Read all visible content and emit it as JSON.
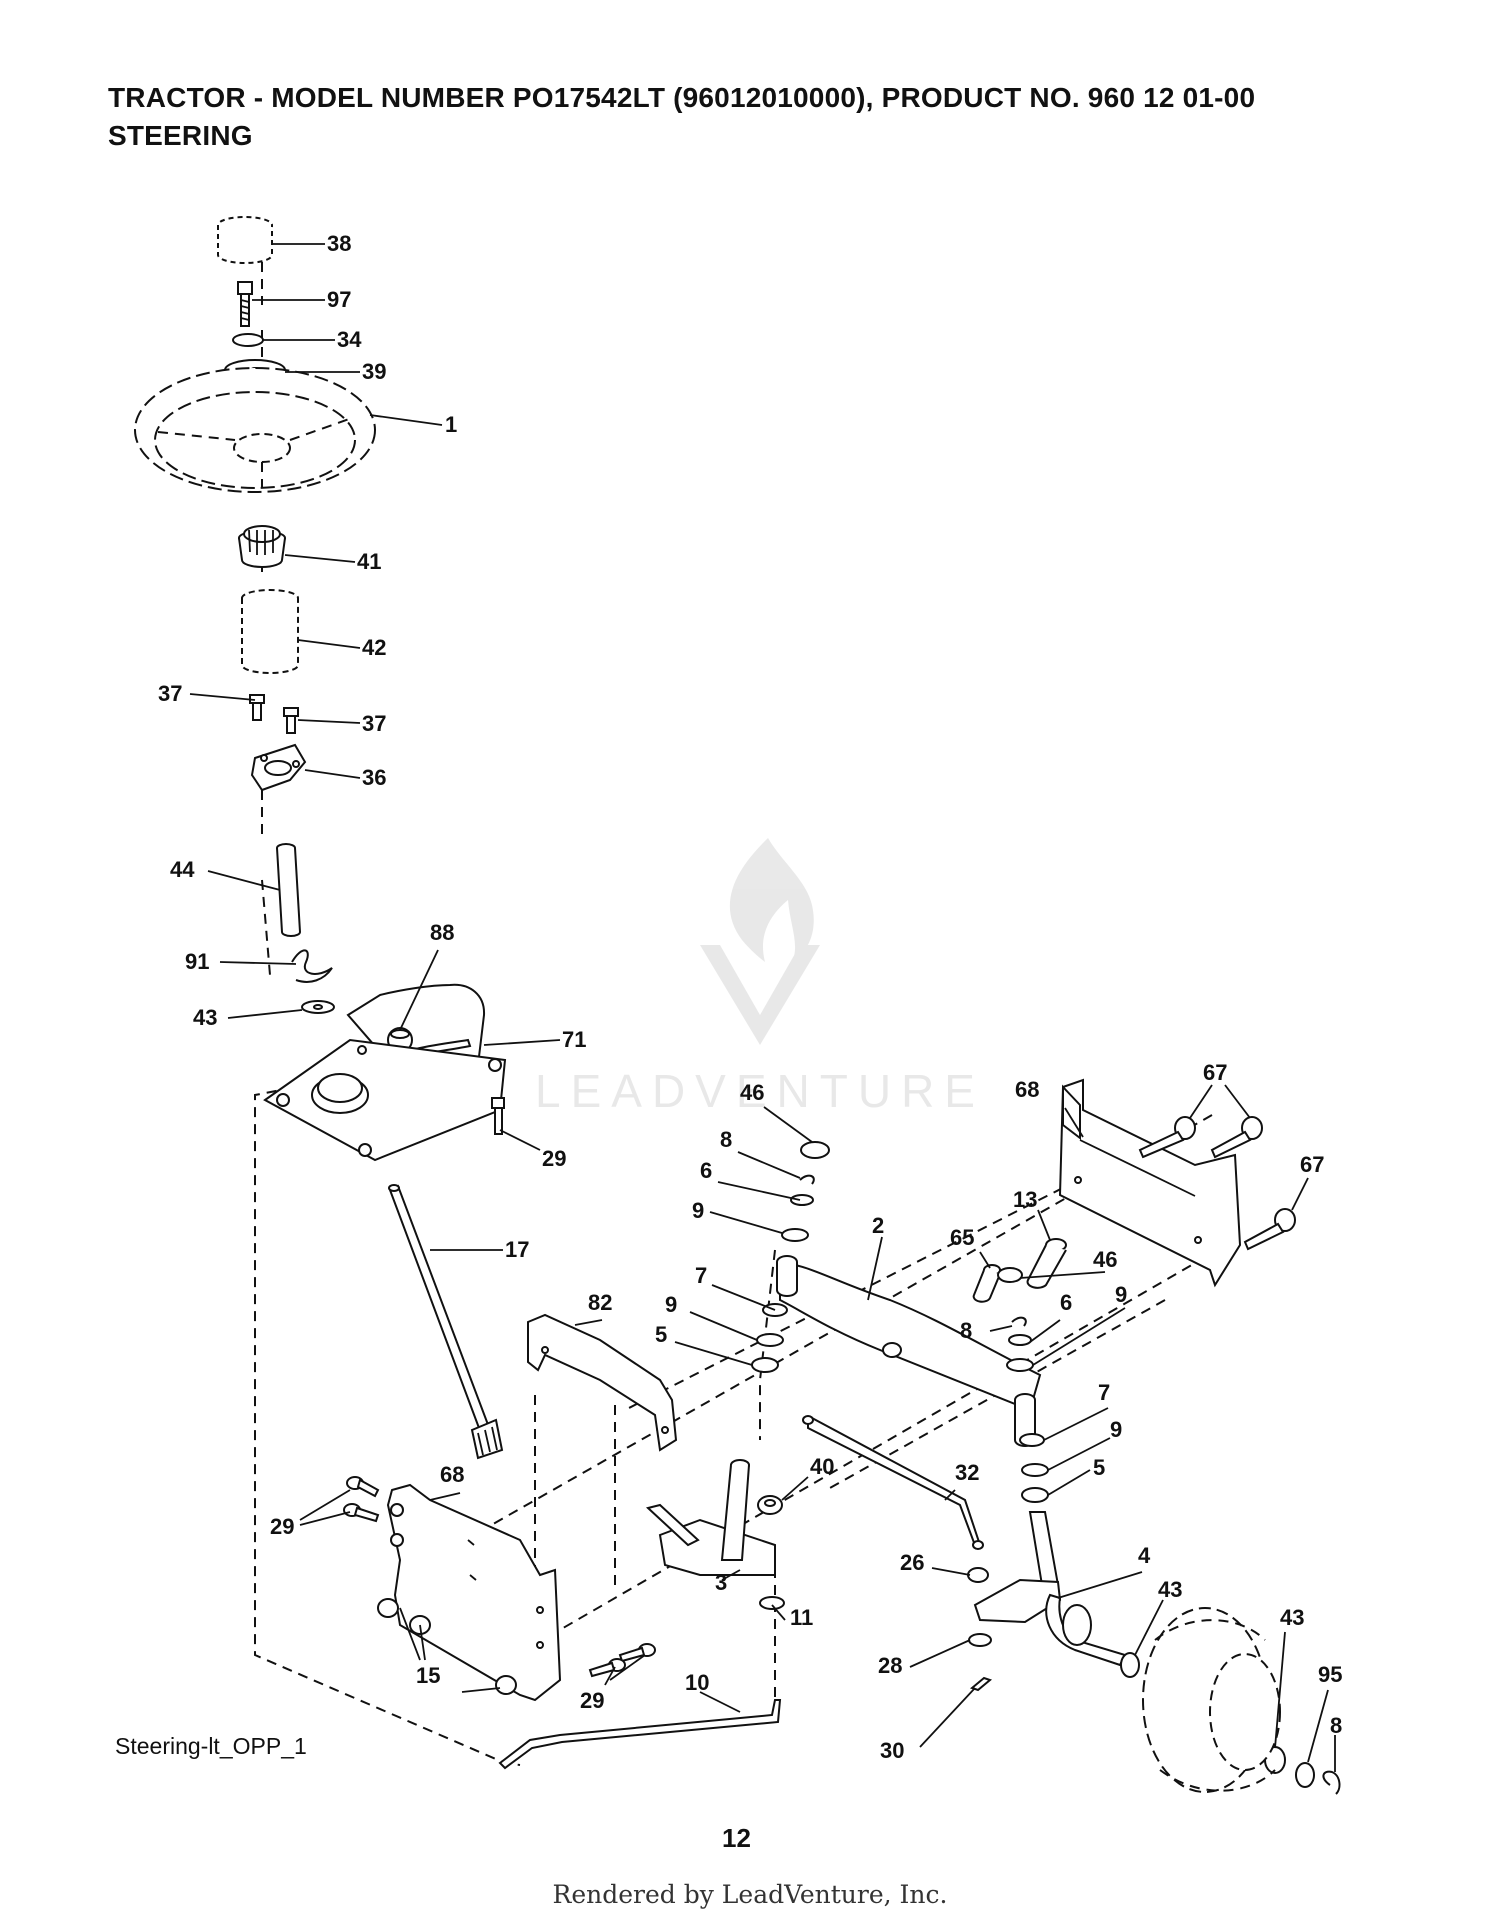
{
  "header": {
    "title_line1": "TRACTOR  - MODEL NUMBER  PO17542LT (96012010000), PRODUCT NO. 960 12 01-00",
    "title_line2": "STEERING"
  },
  "diagram": {
    "callouts": {
      "c38": "38",
      "c97": "97",
      "c34": "34",
      "c39": "39",
      "c1": "1",
      "c41": "41",
      "c42": "42",
      "c37a": "37",
      "c37b": "37",
      "c36": "36",
      "c44": "44",
      "c88": "88",
      "c91": "91",
      "c43a": "43",
      "c71": "71",
      "c29a": "29",
      "c17": "17",
      "c46a": "46",
      "c8a": "8",
      "c6a": "6",
      "c9a": "9",
      "c68a": "68",
      "c67a": "67",
      "c67b": "67",
      "c13": "13",
      "c2": "2",
      "c65": "65",
      "c46b": "46",
      "c7a": "7",
      "c9b": "9",
      "c5a": "5",
      "c82": "82",
      "c8b": "8",
      "c6b": "6",
      "c9c": "9",
      "c7b": "7",
      "c9d": "9",
      "c5b": "5",
      "c40": "40",
      "c32": "32",
      "c29b": "29",
      "c68b": "68",
      "c3": "3",
      "c4": "4",
      "c26": "26",
      "c43b": "43",
      "c11": "11",
      "c15": "15",
      "c29c": "29",
      "c43c": "43",
      "c95": "95",
      "c28": "28",
      "c10": "10",
      "c8c": "8",
      "c30": "30"
    },
    "watermark_text": "LEADVENTURE",
    "figure_code": "Steering-lt_OPP_1",
    "page_number": "12"
  },
  "footer": {
    "text": "Rendered by LeadVenture, Inc."
  }
}
